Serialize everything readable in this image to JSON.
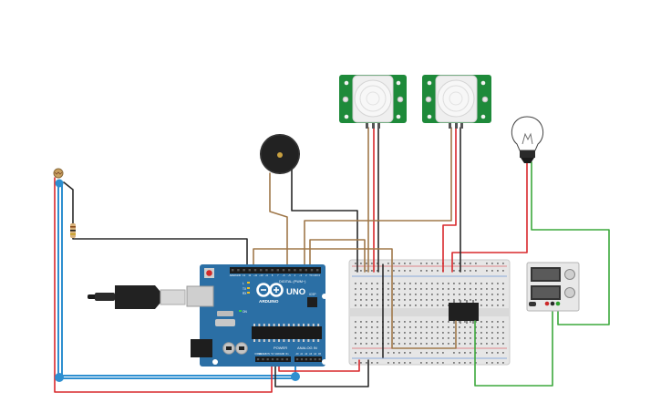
{
  "board": {
    "logo_name": "ARDUINO",
    "model": "UNO",
    "header_digital": "DIGITAL (PWM~)",
    "header_power": "POWER",
    "header_analog": "ANALOG IN",
    "digital_pins": [
      "AREF",
      "GND",
      "13",
      "12",
      "~11",
      "~10",
      "~9",
      "8",
      "7",
      "~6",
      "~5",
      "4",
      "~3",
      "2",
      "TX 1",
      "RX 0"
    ],
    "power_pins": [
      "IOREF",
      "RESET",
      "3.3V",
      "5V",
      "GND",
      "GND",
      "Vin"
    ],
    "analog_pins": [
      "A0",
      "A1",
      "A2",
      "A3",
      "A4",
      "A5"
    ],
    "icsp_label": "ICSP",
    "on_label": "ON",
    "tx_label": "TX",
    "rx_label": "RX",
    "l_label": "L"
  },
  "colors": {
    "board": "#2b6fa5",
    "wire_black": "#2a2a2a",
    "wire_red": "#d8282c",
    "wire_brown": "#a0784a",
    "wire_green": "#3ca83c",
    "wire_blue": "#2e8fd0",
    "sensor_green": "#1e8a3a"
  }
}
